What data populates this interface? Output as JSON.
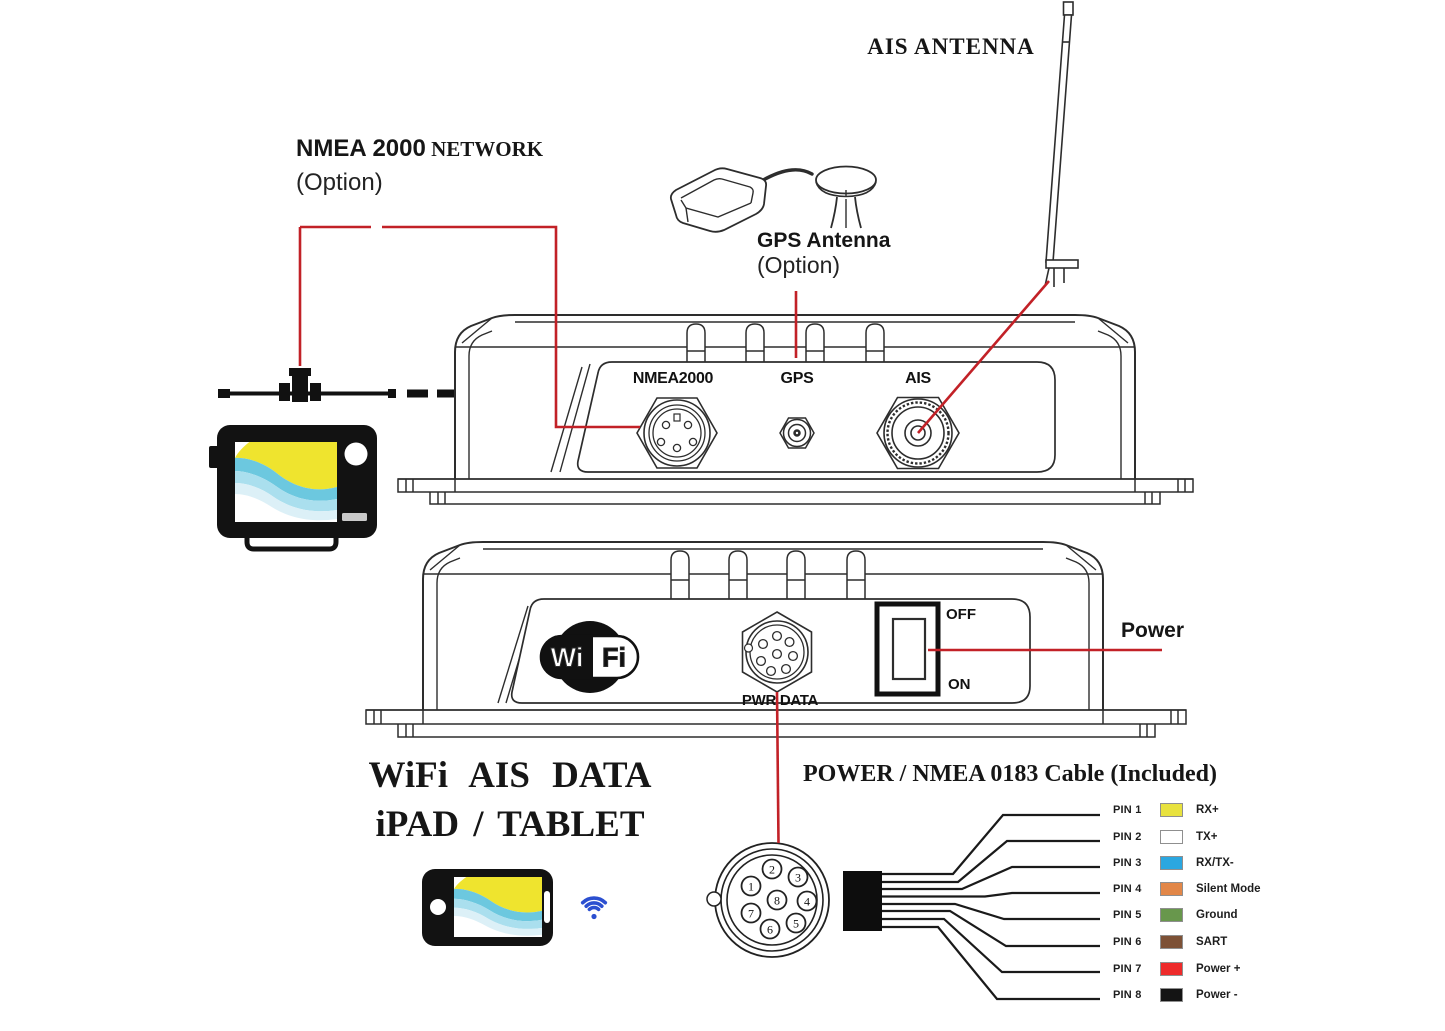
{
  "titles": {
    "ais_antenna": "AIS ANTENNA",
    "nmea_network_bold": "NMEA 2000",
    "nmea_network_serif": " NETWORK",
    "nmea_network_option": "(Option)",
    "gps_antenna": "GPS Antenna",
    "gps_antenna_option": "(Option)",
    "wifi_data_line1": "WiFi AIS DATA",
    "wifi_data_line2": "iPAD / TABLET",
    "cable_title": "POWER / NMEA 0183 Cable (Included)",
    "power": "Power"
  },
  "device": {
    "ports": {
      "nmea2000": "NMEA2000",
      "gps": "GPS",
      "ais": "AIS",
      "pwr_data": "PWR DATA"
    },
    "switch": {
      "off": "OFF",
      "on": "ON"
    }
  },
  "wifi_logo": {
    "wi": "Wi",
    "fi": "Fi"
  },
  "connector_face": {
    "pin_numbers": [
      "1",
      "2",
      "3",
      "4",
      "5",
      "6",
      "7",
      "8"
    ]
  },
  "pin_table": {
    "pins": [
      {
        "name": "PIN 1",
        "color": "#e8e23f",
        "signal": "RX+"
      },
      {
        "name": "PIN 2",
        "color": "#ffffff",
        "signal": "TX+"
      },
      {
        "name": "PIN 3",
        "color": "#2ba7e0",
        "signal": "RX/TX-"
      },
      {
        "name": "PIN 4",
        "color": "#e28748",
        "signal": "Silent Mode"
      },
      {
        "name": "PIN 5",
        "color": "#68974c",
        "signal": "Ground"
      },
      {
        "name": "PIN 6",
        "color": "#7d5136",
        "signal": "SART"
      },
      {
        "name": "PIN 7",
        "color": "#ee2b2b",
        "signal": "Power +"
      },
      {
        "name": "PIN 8",
        "color": "#141414",
        "signal": "Power -"
      }
    ]
  },
  "colors": {
    "accent_red": "#c22127",
    "wifi_blue": "#2b4fd0",
    "chart_yellow": "#efe42e"
  }
}
